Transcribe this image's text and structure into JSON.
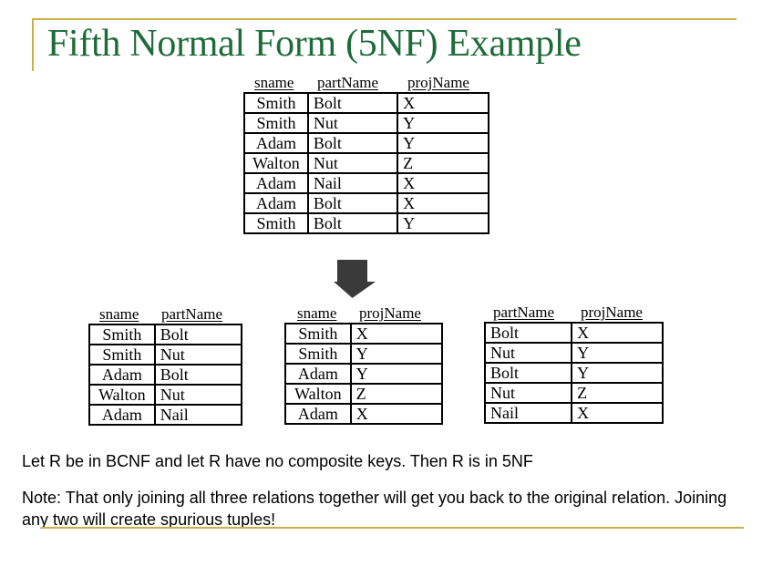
{
  "slide": {
    "title": "Fifth Normal Form (5NF) Example",
    "colors": {
      "title": "#1e6b3a",
      "accent_rule": "#c9b04a",
      "arrow": "#3a3a3a"
    }
  },
  "original_relation": {
    "headers": [
      "sname",
      "partName",
      "projName"
    ],
    "rows": [
      [
        "Smith",
        "Bolt",
        "X"
      ],
      [
        "Smith",
        "Nut",
        "Y"
      ],
      [
        "Adam",
        "Bolt",
        "Y"
      ],
      [
        "Walton",
        "Nut",
        "Z"
      ],
      [
        "Adam",
        "Nail",
        "X"
      ],
      [
        "Adam",
        "Bolt",
        "X"
      ],
      [
        "Smith",
        "Bolt",
        "Y"
      ]
    ]
  },
  "decomposition_arrow": {
    "icon": "down-arrow-icon"
  },
  "decomposed_relations": [
    {
      "headers": [
        "sname",
        "partName"
      ],
      "rows": [
        [
          "Smith",
          "Bolt"
        ],
        [
          "Smith",
          "Nut"
        ],
        [
          "Adam",
          "Bolt"
        ],
        [
          "Walton",
          "Nut"
        ],
        [
          "Adam",
          "Nail"
        ]
      ]
    },
    {
      "headers": [
        "sname",
        "projName"
      ],
      "rows": [
        [
          "Smith",
          "X"
        ],
        [
          "Smith",
          "Y"
        ],
        [
          "Adam",
          "Y"
        ],
        [
          "Walton",
          "Z"
        ],
        [
          "Adam",
          "X"
        ]
      ]
    },
    {
      "headers": [
        "partName",
        "projName"
      ],
      "rows": [
        [
          "Bolt",
          "X"
        ],
        [
          "Nut",
          "Y"
        ],
        [
          "Bolt",
          "Y"
        ],
        [
          "Nut",
          "Z"
        ],
        [
          "Nail",
          "X"
        ]
      ]
    }
  ],
  "notes": {
    "rule": "Let R be in BCNF and let R have no composite keys.  Then R is in 5NF",
    "note": "Note: That only joining all three relations together will get you back to the original relation. Joining any two will create spurious tuples!"
  }
}
